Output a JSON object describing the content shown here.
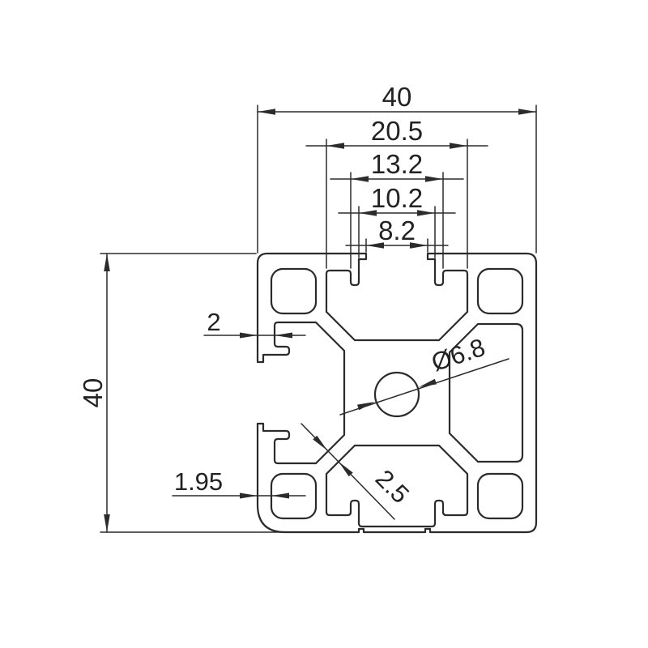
{
  "drawing": {
    "type": "aluminum-extrusion-profile-cross-section",
    "background": "#ffffff",
    "line_color": "#2b2b2b",
    "dims": {
      "overall_width": "40",
      "overall_height": "40",
      "slot_span": "20.5",
      "chamber_width": "13.2",
      "counterbore_width": "10.2",
      "slot_opening": "8.2",
      "lip_wall_thickness": "2",
      "outer_wall_thickness": "1.95",
      "web_thickness": "2.5",
      "center_bore_diameter": "Ø6.8"
    }
  }
}
